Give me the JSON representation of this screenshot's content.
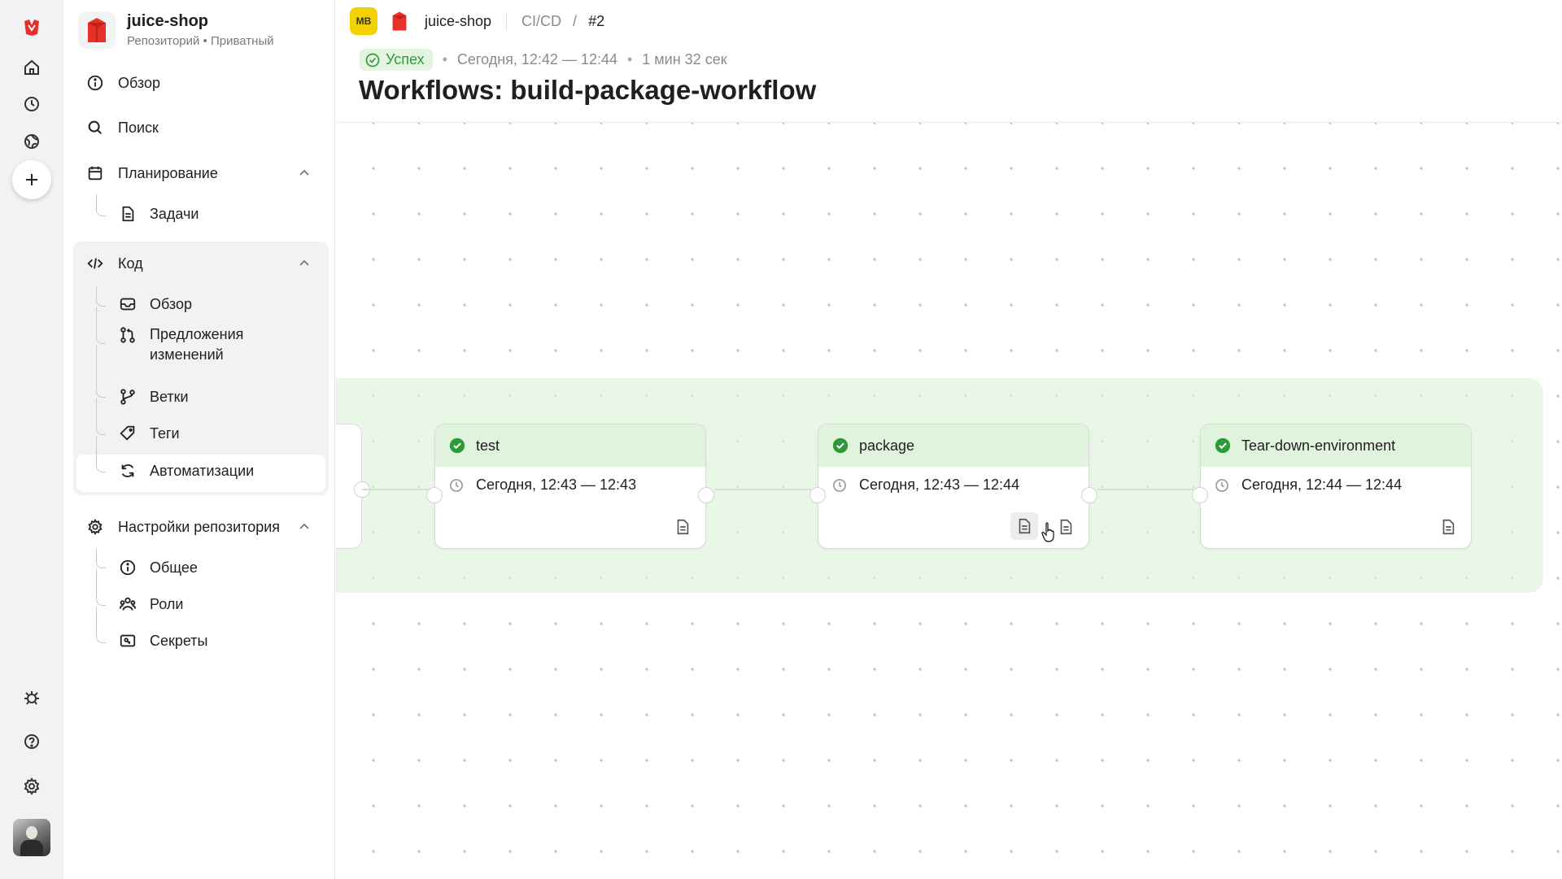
{
  "rail": {
    "icons": [
      "logo-icon",
      "home-icon",
      "history-icon",
      "globe-icon",
      "plus-icon",
      "bug-icon",
      "help-icon",
      "settings-icon"
    ]
  },
  "repo": {
    "name": "juice-shop",
    "subtitle": "Репозиторий • Приватный"
  },
  "nav": {
    "overview": "Обзор",
    "search": "Поиск",
    "planning": "Планирование",
    "tasks": "Задачи",
    "code": "Код",
    "code_items": [
      "Обзор",
      "Предложения изменений",
      "Ветки",
      "Теги",
      "Автоматизации"
    ],
    "repo_settings": "Настройки репозитория",
    "settings_items": [
      "Общее",
      "Роли",
      "Секреты"
    ]
  },
  "topbar": {
    "avatar_initials": "MB",
    "repo": "juice-shop",
    "section": "CI/CD",
    "separator": "/",
    "run": "#2"
  },
  "run": {
    "status": "Успех",
    "time_range": "Сегодня, 12:42 — 12:44",
    "duration": "1 мин 32 сек",
    "title": "Workflows: build-package-workflow"
  },
  "jobs": [
    {
      "name": "test",
      "time": "Сегодня, 12:43 — 12:43"
    },
    {
      "name": "package",
      "time": "Сегодня, 12:43 — 12:44"
    },
    {
      "name": "Tear-down-environment",
      "time": "Сегодня, 12:44 — 12:44"
    }
  ],
  "colors": {
    "success": "#2e9b3a",
    "success_bg": "#e0f3dd",
    "brand_red": "#e8302b",
    "yellow": "#f2d200"
  }
}
